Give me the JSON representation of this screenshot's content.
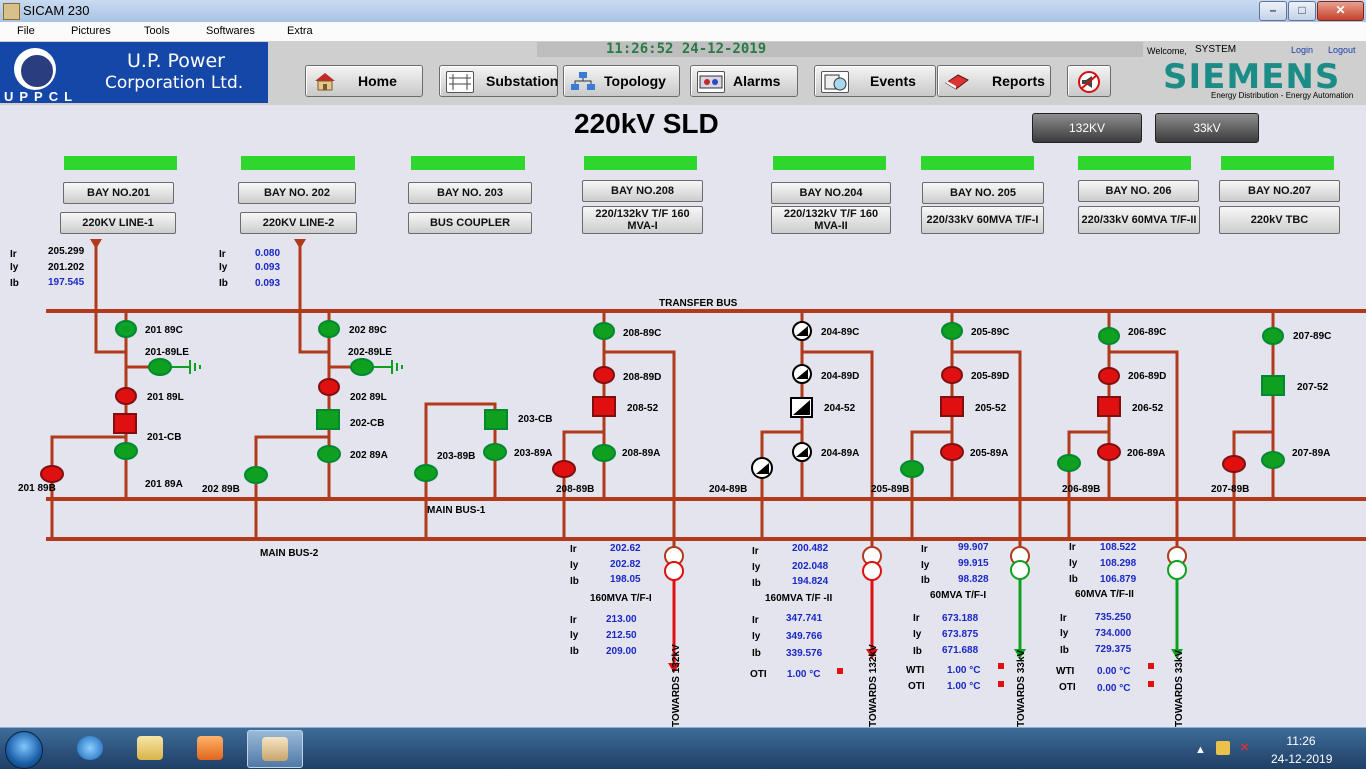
{
  "window": {
    "title": "SICAM 230",
    "min": "–",
    "max": "□",
    "close": "✕"
  },
  "menu": [
    "File",
    "Pictures",
    "Tools",
    "Softwares",
    "Extra"
  ],
  "header": {
    "logo_name1": "U.P. Power",
    "logo_name2": "Corporation Ltd.",
    "logo_abbr": "UPPCL",
    "datetime": "11:26:52  24-12-2019",
    "welcome": "Welcome,",
    "user": "SYSTEM",
    "login": "Login",
    "logout": "Logout",
    "brand": "SIEMENS",
    "tagline": "Energy Distribution - Energy Automation",
    "nav": {
      "home": "Home",
      "substation": "Substation",
      "topology": "Topology",
      "alarms": "Alarms",
      "events": "Events",
      "reports": "Reports"
    },
    "icons": {
      "home": "house-icon",
      "substation": "substation-icon",
      "topology": "network-icon",
      "alarms": "alarm-icon",
      "events": "events-icon",
      "reports": "reports-icon",
      "mute": "mute-horn-icon"
    }
  },
  "page": {
    "title": "220kV SLD",
    "btn_132": "132KV",
    "btn_33": "33kV"
  },
  "bays": [
    {
      "no": "BAY NO.201",
      "name": "220KV LINE-1"
    },
    {
      "no": "BAY NO. 202",
      "name": "220KV LINE-2"
    },
    {
      "no": "BAY NO. 203",
      "name": "BUS COUPLER"
    },
    {
      "no": "BAY NO.208",
      "name": "220/132kV T/F 160 MVA-I"
    },
    {
      "no": "BAY NO.204",
      "name": "220/132kV T/F 160 MVA-II"
    },
    {
      "no": "BAY NO. 205",
      "name": "220/33kV 60MVA T/F-I"
    },
    {
      "no": "BAY NO. 206",
      "name": "220/33kV 60MVA T/F-II"
    },
    {
      "no": "BAY NO.207",
      "name": "220kV TBC"
    }
  ],
  "buses": {
    "transfer": "TRANSFER BUS",
    "main1": "MAIN BUS-1",
    "main2": "MAIN BUS-2"
  },
  "switch_labels": {
    "s201_89c": "201 89C",
    "s201_89le": "201-89LE",
    "s201_89l": "201 89L",
    "s201_cb": "201-CB",
    "s201_89a": "201 89A",
    "s201_89b": "201 89B",
    "s202_89c": "202 89C",
    "s202_89le": "202-89LE",
    "s202_89l": "202 89L",
    "s202_cb": "202-CB",
    "s202_89a": "202 89A",
    "s202_89b": "202 89B",
    "s203_cb": "203-CB",
    "s203_89a": "203-89A",
    "s203_89b": "203-89B",
    "s208_89c": "208-89C",
    "s208_89d": "208-89D",
    "s208_52": "208-52",
    "s208_89a": "208-89A",
    "s208_89b": "208-89B",
    "s204_89c": "204-89C",
    "s204_89d": "204-89D",
    "s204_52": "204-52",
    "s204_89a": "204-89A",
    "s204_89b": "204-89B",
    "s205_89c": "205-89C",
    "s205_89d": "205-89D",
    "s205_52": "205-52",
    "s205_89a": "205-89A",
    "s205_89b": "205-89B",
    "s206_89c": "206-89C",
    "s206_89d": "206-89D",
    "s206_52": "206-52",
    "s206_89a": "206-89A",
    "s206_89b": "206-89B",
    "s207_89c": "207-89C",
    "s207_52": "207-52",
    "s207_89a": "207-89A",
    "s207_89b": "207-89B"
  },
  "line1": {
    "ir": "205.299",
    "iy": "201.202",
    "ib": "197.545"
  },
  "line2": {
    "ir": "0.080",
    "iy": "0.093",
    "ib": "0.093"
  },
  "phase_labels": {
    "ir": "Ir",
    "iy": "Iy",
    "ib": "Ib",
    "wti": "WTI",
    "oti": "OTI"
  },
  "tf1": {
    "hv": {
      "ir": "202.62",
      "iy": "202.82",
      "ib": "198.05"
    },
    "name": "160MVA T/F-I",
    "lv": {
      "ir": "213.00",
      "iy": "212.50",
      "ib": "209.00"
    },
    "towards": "TOWARDS 132kV"
  },
  "tf2": {
    "hv": {
      "ir": "200.482",
      "iy": "202.048",
      "ib": "194.824"
    },
    "name": "160MVA T/F -II",
    "lv": {
      "ir": "347.741",
      "iy": "349.766",
      "ib": "339.576"
    },
    "oti": "1.00 °C",
    "towards": "TOWARDS 132kV"
  },
  "tf3": {
    "hv": {
      "ir": "99.907",
      "iy": "99.915",
      "ib": "98.828"
    },
    "name": "60MVA T/F-I",
    "lv": {
      "ir": "673.188",
      "iy": "673.875",
      "ib": "671.688"
    },
    "wti": "1.00 °C",
    "oti": "1.00 °C",
    "towards": "TOWARDS 33kV"
  },
  "tf4": {
    "hv": {
      "ir": "108.522",
      "iy": "108.298",
      "ib": "106.879"
    },
    "name": "60MVA T/F-II",
    "lv": {
      "ir": "735.250",
      "iy": "734.000",
      "ib": "729.375"
    },
    "wti": "0.00 °C",
    "oti": "0.00 °C",
    "towards": "TOWARDS 33kV"
  },
  "taskbar": {
    "time": "11:26",
    "date": "24-12-2019"
  },
  "colors": {
    "bus": "#b03a1a",
    "closed": "#e01010",
    "open": "#10a020",
    "strip": "#2ed62e",
    "value_blue": "#1a28c6"
  }
}
